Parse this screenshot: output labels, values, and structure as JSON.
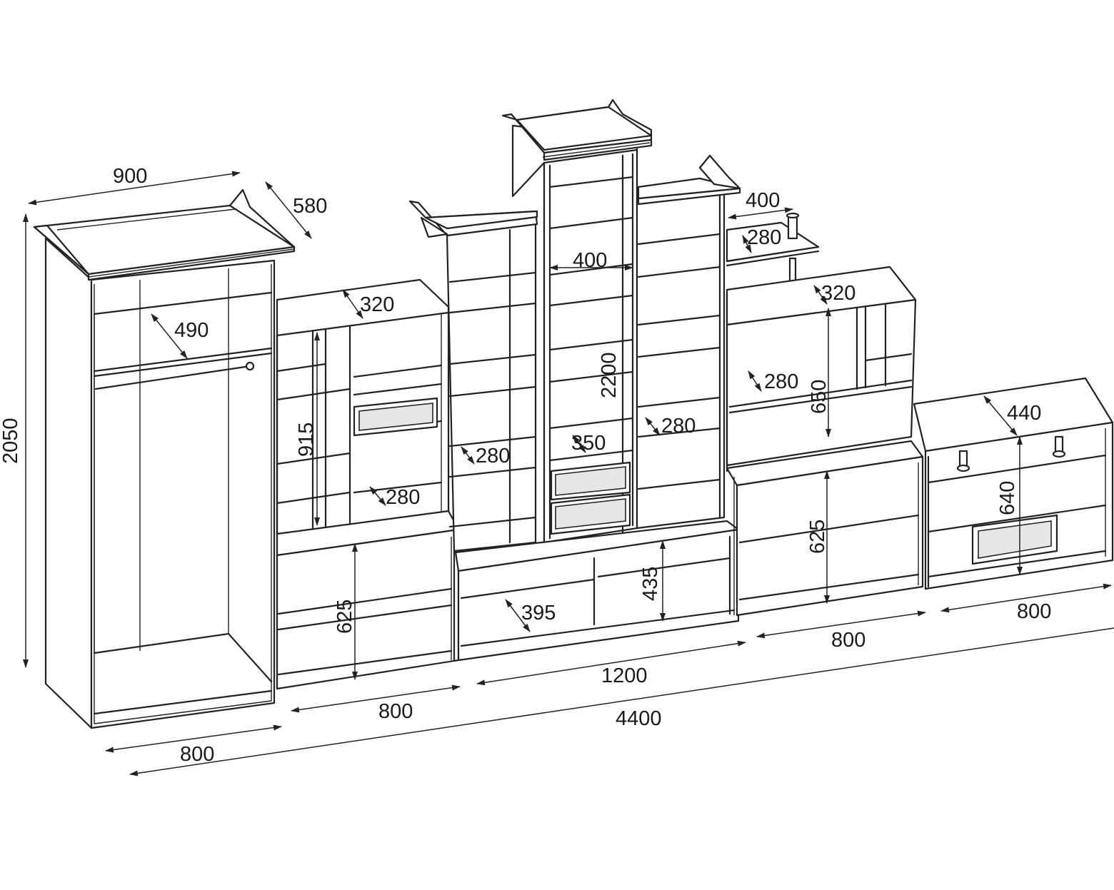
{
  "colors": {
    "stroke": "#222222",
    "background": "#ffffff"
  },
  "dimensions": {
    "overall_height": "2050",
    "overall_width": "4400",
    "wardrobe_top_width": "900",
    "wardrobe_top_depth": "580",
    "wardrobe_inner_depth": "490",
    "wardrobe_width": "800",
    "left_top_depth": "320",
    "left_section_height": "915",
    "left_shelf_depth": "280",
    "left_base_height": "625",
    "left_width": "800",
    "tower_top_width": "400",
    "tower_height": "2200",
    "tower_shelf_depth": "350",
    "center_left_shelf_depth": "280",
    "center_right_shelf_depth": "280",
    "tv_base_depth": "395",
    "tv_base_height": "435",
    "center_width": "1200",
    "right_shelf_width": "400",
    "right_shelf_depth": "280",
    "right_top_depth": "320",
    "right_inner_depth": "280",
    "right_section_height": "650",
    "right_base_height": "625",
    "right_width": "800",
    "far_right_depth": "440",
    "far_right_height": "640",
    "far_right_width": "800"
  }
}
